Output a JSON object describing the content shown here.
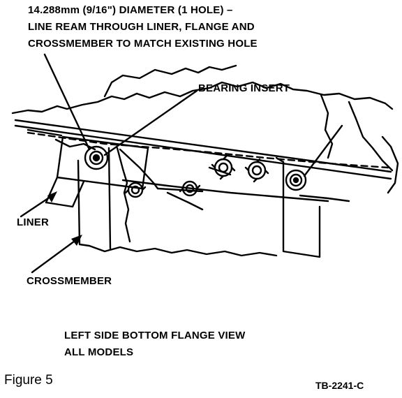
{
  "callouts": {
    "hole_spec": {
      "line1": "14.288mm (9/16\") DIAMETER (1 HOLE) –",
      "line2": "LINE REAM THROUGH LINER, FLANGE AND",
      "line3": "CROSSMEMBER TO MATCH EXISTING HOLE"
    },
    "bearing_insert": "BEARING INSERT",
    "liner": "LINER",
    "crossmember": "CROSSMEMBER"
  },
  "view_title": {
    "line1": "LEFT SIDE BOTTOM FLANGE VIEW",
    "line2": "ALL MODELS"
  },
  "figure_label": "Figure 5",
  "figure_code": "TB-2241-C",
  "colors": {
    "ink": "#000000",
    "paper": "#ffffff"
  }
}
